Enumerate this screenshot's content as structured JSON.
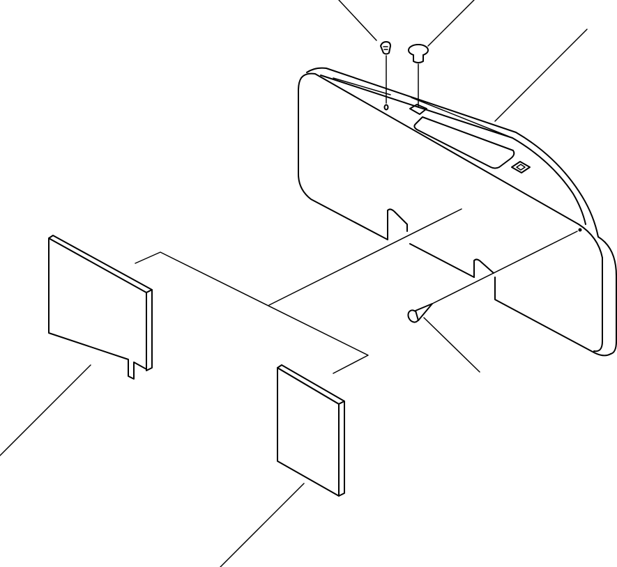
{
  "diagram": {
    "kind": "exploded-parts-drawing",
    "colors": {
      "line": "#000000",
      "background": "#ffffff"
    },
    "parts": [
      {
        "id": "cover-panel",
        "label": ""
      },
      {
        "id": "clip",
        "label": ""
      },
      {
        "id": "grommet",
        "label": ""
      },
      {
        "id": "rivet",
        "label": ""
      },
      {
        "id": "pad-left",
        "label": ""
      },
      {
        "id": "pad-center",
        "label": ""
      }
    ]
  }
}
